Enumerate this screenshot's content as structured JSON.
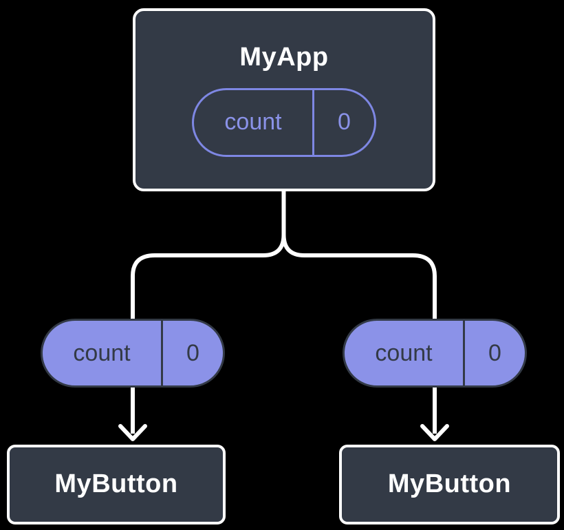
{
  "tree": {
    "root": {
      "title": "MyApp",
      "state": {
        "name": "count",
        "value": "0"
      }
    },
    "children": [
      {
        "title": "MyButton",
        "state": {
          "name": "count",
          "value": "0"
        }
      },
      {
        "title": "MyButton",
        "state": {
          "name": "count",
          "value": "0"
        }
      }
    ]
  },
  "colors": {
    "background": "#000000",
    "node_fill": "#333A46",
    "node_border": "#FFFFFF",
    "state_pill_fill": "#8B92E8",
    "state_pill_outline": "#7E87E3",
    "text_light": "#FFFFFF",
    "text_dark": "#333A46",
    "connector": "#FFFFFF"
  }
}
